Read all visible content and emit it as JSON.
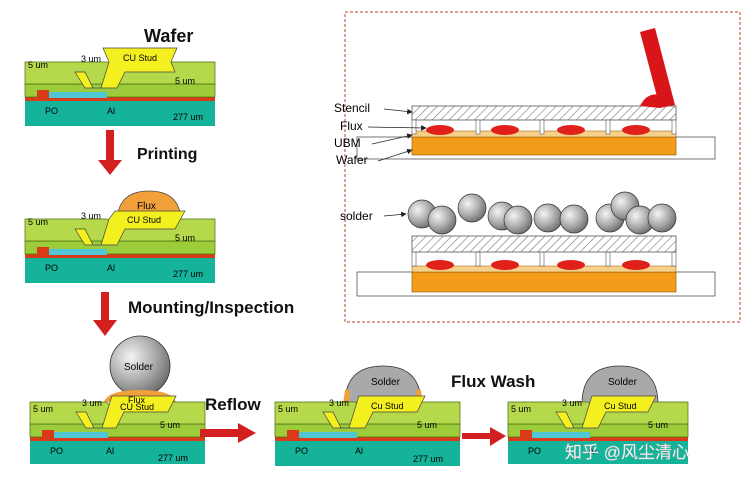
{
  "steps": {
    "wafer": "Wafer",
    "printing": "Printing",
    "mounting": "Mounting/Inspection",
    "reflow": "Reflow",
    "flux_wash": "Flux Wash"
  },
  "layer_labels": {
    "t5um": "5 um",
    "t3um": "3 um",
    "stud": "CU Stud",
    "stud_alt": "Cu Stud",
    "po": "PO",
    "al": "Al",
    "t277": "277 um",
    "flux": "Flux",
    "solder": "Solder"
  },
  "stencil_panel": {
    "labels": [
      "Stencil",
      "Flux",
      "UBM",
      "Wafer"
    ],
    "solder_label": "solder"
  },
  "watermark": "知乎 @风尘清心",
  "colors": {
    "substrate": "#15b39a",
    "layer_green": "#9ccc3a",
    "layer_dark_green": "#6b9d1f",
    "stud_yellow": "#f4ef1e",
    "red": "#d93a17",
    "al_blue": "#4ec6d3",
    "flux_orange": "#f2a03a",
    "solder_grey": "#a9a9a9",
    "arrow_red": "#d21f1f",
    "wafer_orange": "#f39b1a",
    "panel_border": "#c0392b"
  }
}
